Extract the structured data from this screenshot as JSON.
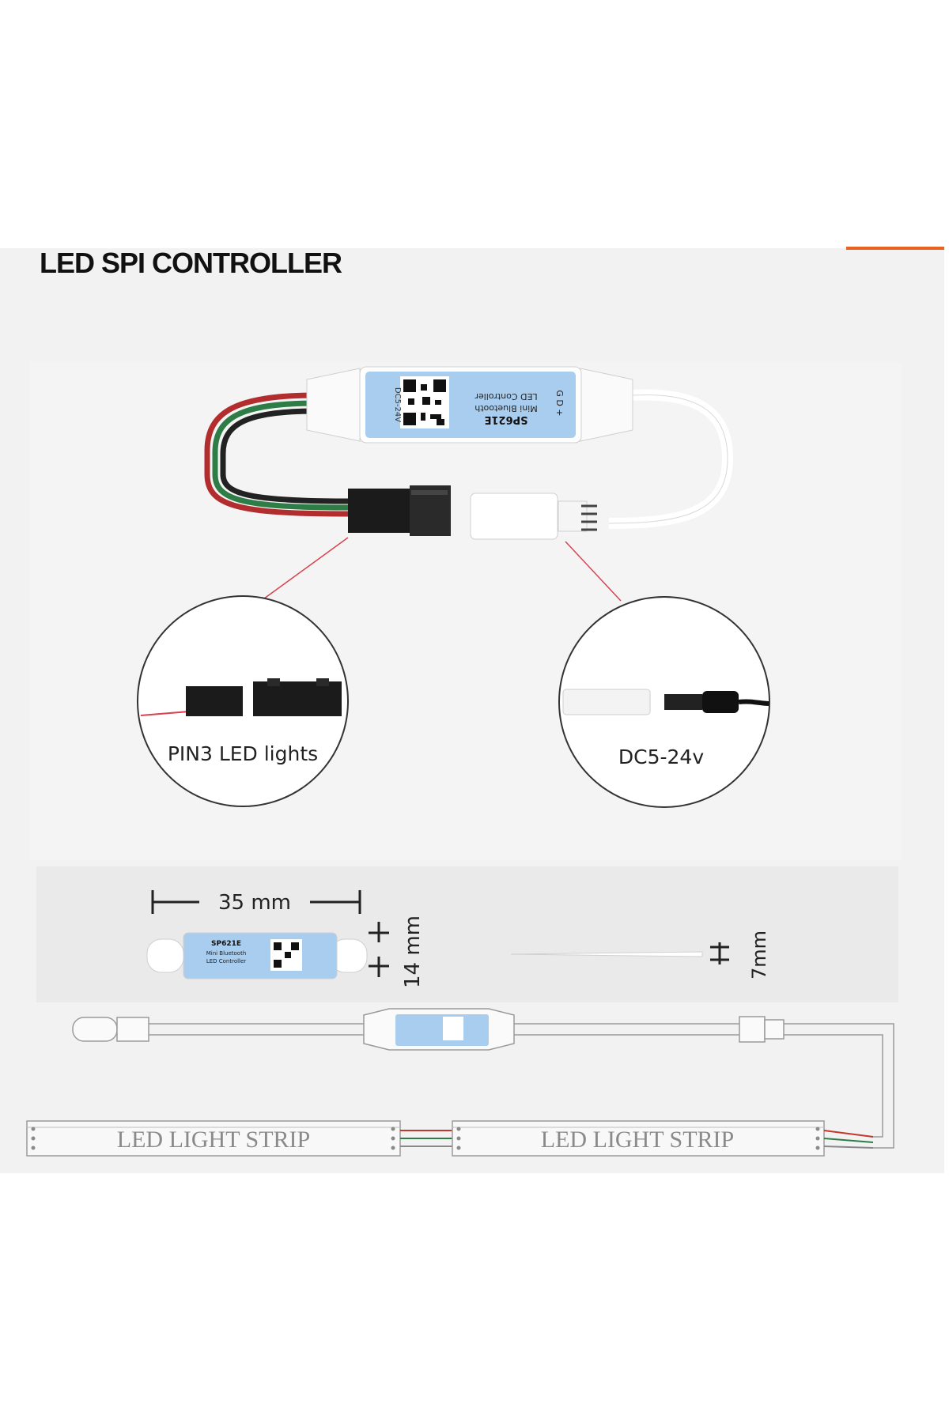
{
  "title": "LED SPI CONTROLLER",
  "controller": {
    "model": "SP621E",
    "name_line1": "Mini Bluetooth",
    "name_line2": "LED Controller",
    "voltage": "DC5-24V",
    "pins": "G D +"
  },
  "callouts": {
    "left": "PIN3 LED lights",
    "right": "DC5-24v"
  },
  "dimensions": {
    "length": "35 mm",
    "height": "14 mm",
    "cable": "7mm"
  },
  "strips": {
    "left": "LED  LIGHT STRIP",
    "right": "LED  LIGHT STRIP"
  },
  "colors": {
    "accent": "#e8641e",
    "controller_label": "#a9cdef",
    "wire_red": "#c0392b",
    "wire_green": "#2e7d46"
  }
}
